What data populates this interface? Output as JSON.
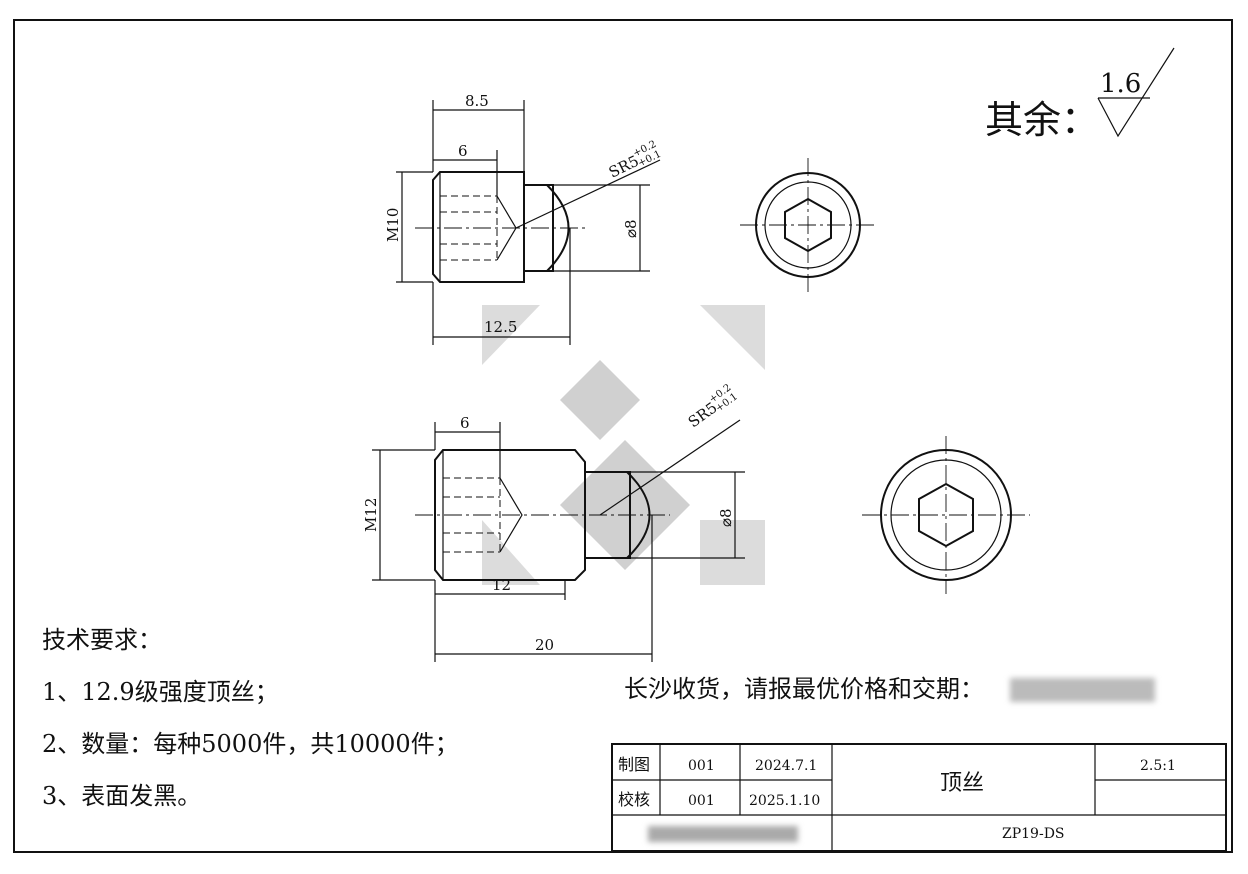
{
  "roughness": {
    "label": "其余：",
    "value": "1.6"
  },
  "part_top": {
    "dim_length_head": "8.5",
    "dim_thread_depth": "6",
    "dim_total": "12.5",
    "dim_thread": "M10",
    "dim_tip_dia": "⌀8",
    "dim_sphere": "SR5",
    "tol_upper": "+0.2",
    "tol_lower": "+0.1"
  },
  "part_bottom": {
    "dim_thread_depth": "6",
    "dim_body": "12",
    "dim_total": "20",
    "dim_thread": "M12",
    "dim_tip_dia": "⌀8",
    "dim_sphere": "SR5",
    "tol_upper": "+0.2",
    "tol_lower": "+0.1"
  },
  "requirements": {
    "title": "技术要求：",
    "items": [
      "1、12.9级强度顶丝；",
      "2、数量：每种5000件，共10000件；",
      "3、表面发黑。"
    ]
  },
  "request_note": "长沙收货，请报最优价格和交期：",
  "title_block": {
    "drawn_label": "制图",
    "drawn_by": "001",
    "drawn_date": "2024.7.1",
    "checked_label": "校核",
    "checked_by": "001",
    "checked_date": "2025.1.10",
    "part_name": "顶丝",
    "scale": "2.5:1",
    "drawing_no": "ZP19-DS"
  }
}
